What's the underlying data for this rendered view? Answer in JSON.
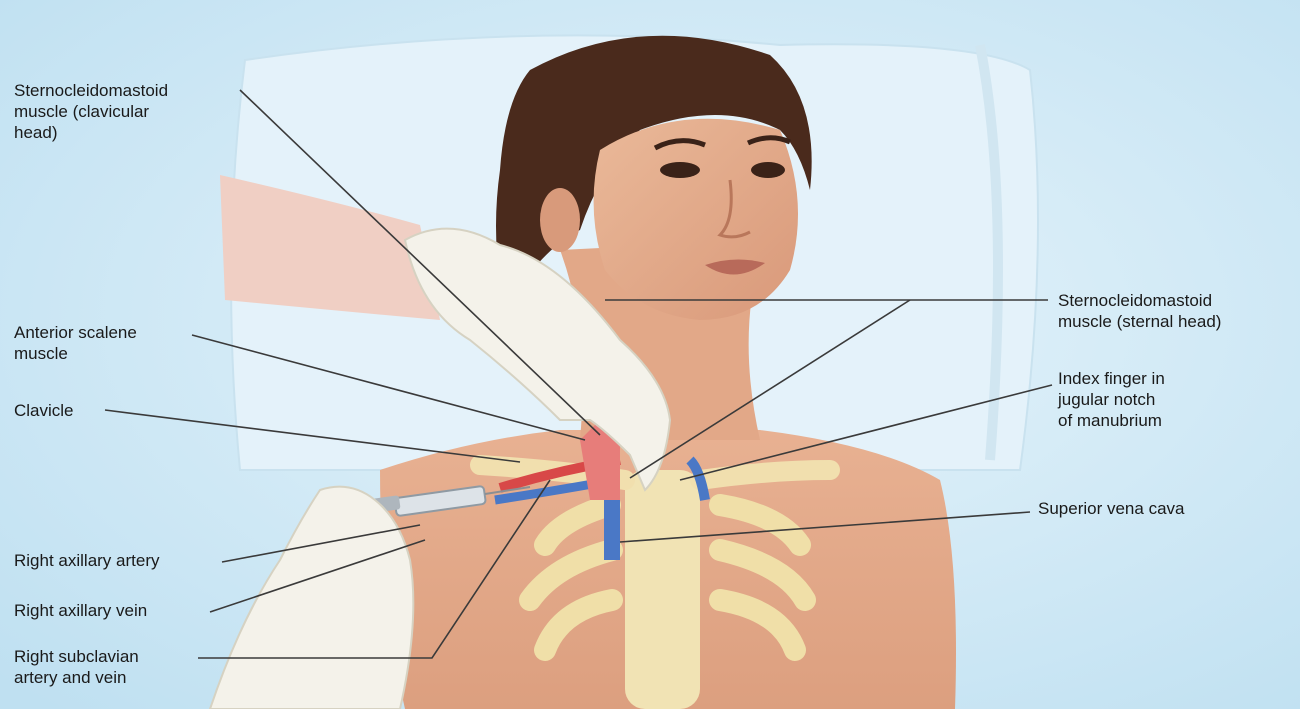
{
  "labels": {
    "scm_clavicular": [
      "Sternocleidomastoid",
      "muscle (clavicular",
      "head)"
    ],
    "anterior_scalene": [
      "Anterior scalene",
      "muscle"
    ],
    "clavicle": [
      "Clavicle"
    ],
    "right_axillary_artery": [
      "Right axillary artery"
    ],
    "right_axillary_vein": [
      "Right axillary vein"
    ],
    "right_subclavian": [
      "Right subclavian",
      "artery and vein"
    ],
    "scm_sternal": [
      "Sternocleidomastoid",
      "muscle (sternal head)"
    ],
    "index_finger": [
      "Index finger in",
      "jugular notch",
      "of manubrium"
    ],
    "superior_vena_cava": [
      "Superior vena cava"
    ]
  },
  "colors": {
    "background": "#cfe9f6",
    "pillow": "#e4f2fa",
    "skin": "#e9b597",
    "skin_shadow": "#d8997a",
    "hair": "#4a2a1c",
    "glove": "#f4f2ea",
    "bone": "#f0dfa8",
    "artery": "#d84848",
    "vein": "#4a78c6",
    "leader_line": "#3a3a3a"
  }
}
